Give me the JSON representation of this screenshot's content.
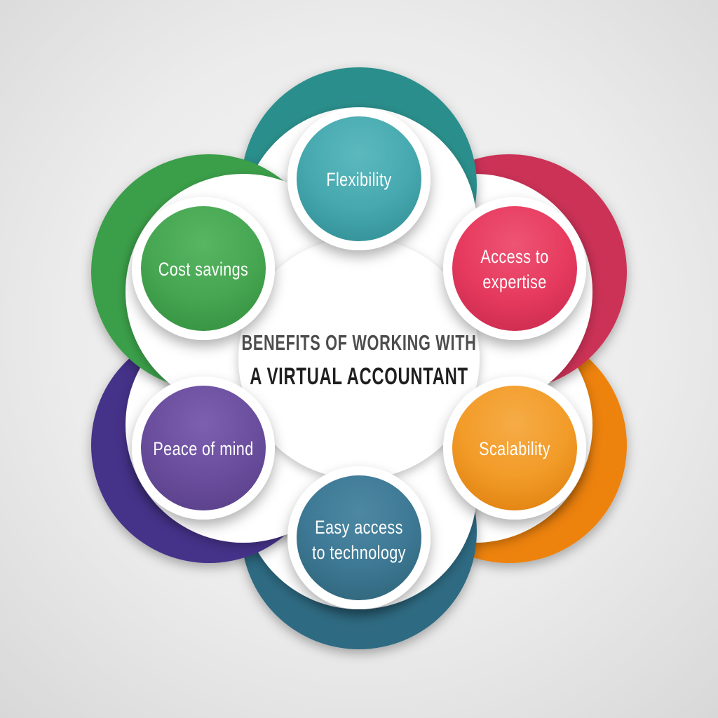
{
  "title": {
    "line1": "BENEFITS OF WORKING WITH",
    "line2": "A VIRTUAL ACCOUNTANT"
  },
  "colors": {
    "title_line1": "#4d4d4d",
    "title_line2": "#1f1f1f",
    "label_text": "#ffffff",
    "center_disc": "#ffffff",
    "background_center": "#f6f6f6",
    "background_edge": "#d8d8d9"
  },
  "items": [
    {
      "id": "flexibility",
      "label_lines": [
        "Flexibility"
      ],
      "petal_color": "#2a8f8c",
      "inner_color": "#46a9af",
      "inner_light": "#5cb9be",
      "inner_dark": "#318d94"
    },
    {
      "id": "expertise",
      "label_lines": [
        "Access to",
        "expertise"
      ],
      "petal_color": "#cb3156",
      "inner_color": "#e63a5e",
      "inner_light": "#ee5474",
      "inner_dark": "#c72a4e"
    },
    {
      "id": "scalability",
      "label_lines": [
        "Scalability"
      ],
      "petal_color": "#ed820f",
      "inner_color": "#f29b28",
      "inner_light": "#f6ac47",
      "inner_dark": "#de7e0d"
    },
    {
      "id": "technology",
      "label_lines": [
        "Easy access",
        "to technology"
      ],
      "petal_color": "#2d6a82",
      "inner_color": "#3d7894",
      "inner_light": "#4d88a3",
      "inner_dark": "#2e6478"
    },
    {
      "id": "peace",
      "label_lines": [
        "Peace of mind"
      ],
      "petal_color": "#443089",
      "inner_color": "#6a4e9d",
      "inner_light": "#7d60b0",
      "inner_dark": "#583e88"
    },
    {
      "id": "cost",
      "label_lines": [
        "Cost savings"
      ],
      "petal_color": "#3b9f49",
      "inner_color": "#46a651",
      "inner_light": "#58b562",
      "inner_dark": "#33903f"
    }
  ]
}
